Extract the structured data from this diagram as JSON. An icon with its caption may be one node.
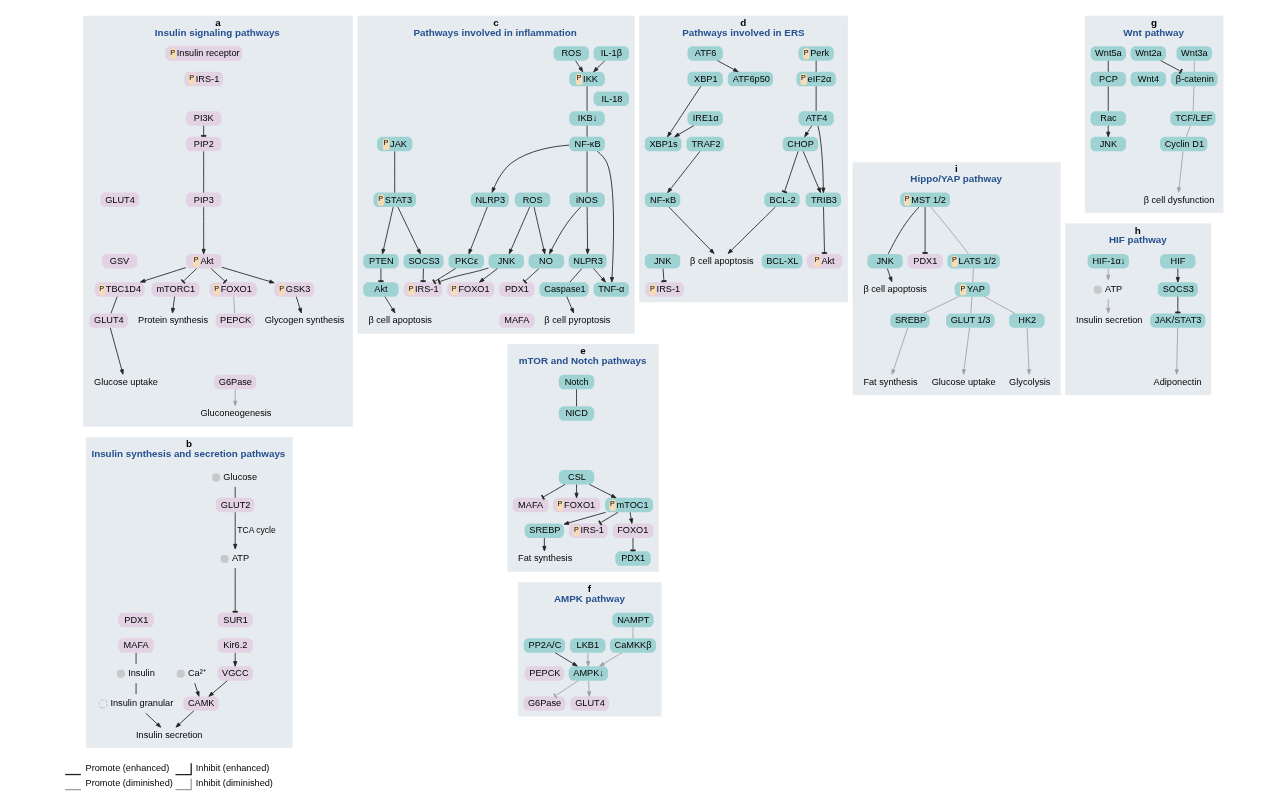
{
  "diagram": {
    "nodes": [
      {
        "text": [
          "a",
          "Insulin signaling pathways"
        ]
      },
      {
        "text": [
          "P",
          "Insulin receptor"
        ],
        "in": 0
      },
      {
        "text": [
          "P",
          "IRS-1"
        ],
        "in": 0
      },
      {
        "text": [
          "PI3K"
        ],
        "in": 0
      },
      {
        "text": [
          "PIP2"
        ],
        "in": 0
      },
      {
        "text": [
          "PIP3"
        ],
        "in": 0
      },
      {
        "text": [
          "GLUT4"
        ],
        "in": 0
      },
      {
        "text": [
          "GSV"
        ],
        "in": 0
      },
      {
        "text": [
          "P",
          "GSK3"
        ],
        "in": 0
      },
      {
        "text": [
          "P",
          "Akt"
        ],
        "in": 0
      },
      {
        "text": [
          "P",
          "TBC1D4"
        ],
        "in": 0
      },
      {
        "text": [
          "mTORC1"
        ],
        "in": 0
      },
      {
        "text": [
          "P",
          "FOXO1"
        ],
        "in": 0
      },
      {
        "text": [
          "GLUT4"
        ],
        "in": 0
      },
      {
        "text": [
          "Glycogen synthesis"
        ],
        "in": 0
      },
      {
        "text": [
          "Protein synthesis"
        ],
        "in": 0
      },
      {
        "text": [
          "PEPCK"
        ],
        "in": 0
      },
      {
        "text": [
          "G6Pase"
        ],
        "in": 0
      },
      {
        "text": [
          "Glucose uptake"
        ],
        "in": 0
      },
      {
        "text": [
          "Gluconeogenesis"
        ],
        "in": 0
      },
      {
        "text": [
          "b",
          "Insulin synthesis and secretion pathways"
        ]
      },
      {
        "text": [],
        "shape": "circle",
        "beside": [
          "Glucose"
        ],
        "in": 20
      },
      {
        "text": [
          "GLUT2"
        ],
        "in": 20
      },
      {
        "text": [],
        "shape": "circle",
        "beside": [
          "ATP"
        ],
        "in": 20
      },
      {
        "text": [
          "SUR1"
        ],
        "in": 20
      },
      {
        "text": [
          "Kir6.2"
        ],
        "in": 20
      },
      {
        "text": [
          "VGCC"
        ],
        "in": 20
      },
      {
        "text": [
          "CAMK"
        ],
        "in": 20
      },
      {
        "text": [],
        "shape": "circle",
        "beside": [
          "Ca²⁺"
        ],
        "in": 20
      },
      {
        "text": [
          "PDX1"
        ],
        "in": 20
      },
      {
        "text": [
          "MAFA"
        ],
        "in": 20
      },
      {
        "text": [],
        "shape": "circle",
        "beside": [
          "Insulin"
        ],
        "in": 20
      },
      {
        "text": [],
        "shape": "circle",
        "beside": [
          "Insulin granular"
        ],
        "in": 20
      },
      {
        "text": [
          "Insulin secretion"
        ],
        "in": 20
      },
      {
        "text": [
          "c",
          "Pathways involved in inflammation"
        ]
      },
      {
        "text": [
          "IL-1β"
        ],
        "in": 34
      },
      {
        "text": [
          "IL-18"
        ],
        "in": 34
      },
      {
        "text": [
          "TNF-α"
        ],
        "in": 34
      },
      {
        "text": [
          "P",
          "IKK"
        ],
        "in": 34
      },
      {
        "text": [
          "ROS"
        ],
        "in": 34
      },
      {
        "text": [
          "IKB↓"
        ],
        "in": 34
      },
      {
        "text": [
          "NF-κB"
        ],
        "in": 34
      },
      {
        "text": [
          "NLRP3"
        ],
        "in": 34
      },
      {
        "text": [
          "NLPR3"
        ],
        "in": 34
      },
      {
        "text": [
          "iNOS"
        ],
        "in": 34
      },
      {
        "text": [
          "PKCε"
        ],
        "in": 34
      },
      {
        "text": [
          "Caspase1"
        ],
        "in": 34
      },
      {
        "text": [
          "NO"
        ],
        "in": 34
      },
      {
        "text": [
          "ROS"
        ],
        "in": 34
      },
      {
        "text": [
          "PDX1"
        ],
        "in": 34
      },
      {
        "text": [
          "MAFA"
        ],
        "in": 34
      },
      {
        "text": [
          "β cell pyroptosis"
        ],
        "in": 34
      },
      {
        "text": [
          "P",
          "JAK"
        ],
        "in": 34
      },
      {
        "text": [
          "P",
          "STAT3"
        ],
        "in": 34
      },
      {
        "text": [
          "SOCS3"
        ],
        "in": 34
      },
      {
        "text": [
          "PTEN"
        ],
        "in": 34
      },
      {
        "text": [
          "P",
          "IRS-1"
        ],
        "in": 34
      },
      {
        "text": [
          "Akt"
        ],
        "in": 34
      },
      {
        "text": [
          "JNK"
        ],
        "in": 34
      },
      {
        "text": [
          "P",
          "FOXO1"
        ],
        "in": 34
      },
      {
        "text": [
          "β cell apoptosis"
        ],
        "in": 34
      },
      {
        "text": [
          "d",
          "Pathways involved in ERS"
        ]
      },
      {
        "text": [
          "P",
          "Perk"
        ],
        "in": 61
      },
      {
        "text": [
          "P",
          "eIF2α"
        ],
        "in": 61
      },
      {
        "text": [
          "ATF4"
        ],
        "in": 61
      },
      {
        "text": [
          "ATF6"
        ],
        "in": 61
      },
      {
        "text": [
          "ATF6p50"
        ],
        "in": 61
      },
      {
        "text": [
          "XBP1"
        ],
        "in": 61
      },
      {
        "text": [
          "XBP1s"
        ],
        "in": 61
      },
      {
        "text": [
          "TRIB3"
        ],
        "in": 61
      },
      {
        "text": [
          "CHOP"
        ],
        "in": 61
      },
      {
        "text": [
          "IRE1α"
        ],
        "in": 61
      },
      {
        "text": [
          "TRAF2"
        ],
        "in": 61
      },
      {
        "text": [
          "P",
          "Akt"
        ],
        "in": 61
      },
      {
        "text": [
          "BCL-2"
        ],
        "in": 61
      },
      {
        "text": [
          "BCL-XL"
        ],
        "in": 61
      },
      {
        "text": [
          "NF-κB"
        ],
        "in": 61
      },
      {
        "text": [
          "JNK"
        ],
        "in": 61
      },
      {
        "text": [
          "P",
          "IRS-1"
        ],
        "in": 61
      },
      {
        "text": [
          "β cell apoptosis"
        ],
        "in": 61
      },
      {
        "text": [
          "e",
          "mTOR and Notch pathways"
        ]
      },
      {
        "text": [
          "Notch"
        ],
        "in": 80
      },
      {
        "text": [
          "NICD"
        ],
        "in": 80
      },
      {
        "text": [
          "MAFA"
        ],
        "in": 80
      },
      {
        "text": [
          "CSL"
        ],
        "in": 80
      },
      {
        "text": [
          "P",
          "FOXO1"
        ],
        "in": 80
      },
      {
        "text": [
          "SREBP"
        ],
        "in": 80
      },
      {
        "text": [
          "P",
          "mTOC1"
        ],
        "in": 80
      },
      {
        "text": [
          "P",
          "IRS-1"
        ],
        "in": 80
      },
      {
        "text": [
          "Fat synthesis"
        ],
        "in": 80
      },
      {
        "text": [
          "FOXO1"
        ],
        "in": 80
      },
      {
        "text": [
          "PDX1"
        ],
        "in": 80
      },
      {
        "text": [
          "f",
          "AMPK pathway"
        ]
      },
      {
        "text": [
          "NAMPT"
        ],
        "in": 92
      },
      {
        "text": [
          "LKB1"
        ],
        "in": 92
      },
      {
        "text": [
          "CaMKKβ"
        ],
        "in": 92
      },
      {
        "text": [
          "PP2A/C"
        ],
        "in": 92
      },
      {
        "text": [
          "AMPK↓"
        ],
        "in": 92
      },
      {
        "text": [
          "PEPCK"
        ],
        "in": 92
      },
      {
        "text": [
          "GLUT4"
        ],
        "in": 92
      },
      {
        "text": [
          "G6Pase"
        ],
        "in": 92
      },
      {
        "text": [
          "g",
          "Wnt pathway"
        ]
      },
      {
        "text": [
          "Wnt3a"
        ],
        "in": 101
      },
      {
        "text": [
          "Wnt2a"
        ],
        "in": 101
      },
      {
        "text": [
          "β-catenin"
        ],
        "in": 101
      },
      {
        "text": [
          "Wnt4"
        ],
        "in": 101
      },
      {
        "text": [
          "Wnt5a"
        ],
        "in": 101
      },
      {
        "text": [
          "TCF/LEF"
        ],
        "in": 101
      },
      {
        "text": [
          "PCP"
        ],
        "in": 101
      },
      {
        "text": [
          "Cyclin D1"
        ],
        "in": 101
      },
      {
        "text": [
          "Rac"
        ],
        "in": 101
      },
      {
        "text": [
          "β cell dysfunction"
        ],
        "in": 101
      },
      {
        "text": [
          "JNK"
        ],
        "in": 101
      },
      {
        "text": [
          "h",
          "HIF pathway"
        ]
      },
      {
        "text": [
          "HIF"
        ],
        "in": 113
      },
      {
        "text": [
          "HIF-1α↓"
        ],
        "in": 113
      },
      {
        "text": [
          "SOCS3"
        ],
        "in": 113
      },
      {
        "text": [],
        "shape": "circle",
        "beside": [
          "ATP"
        ],
        "in": 113
      },
      {
        "text": [
          "JAK/STAT3"
        ],
        "in": 113
      },
      {
        "text": [
          "Insulin secretion"
        ],
        "in": 113
      },
      {
        "text": [
          "Adiponectin"
        ],
        "in": 113
      },
      {
        "text": [
          "i",
          "Hippo/YAP pathway"
        ]
      },
      {
        "text": [
          "β cell apoptosis"
        ],
        "in": 121
      },
      {
        "text": [
          "JNK"
        ],
        "in": 121
      },
      {
        "text": [
          "P",
          "MST 1/2"
        ],
        "in": 121
      },
      {
        "text": [
          "PDX1"
        ],
        "in": 121
      },
      {
        "text": [
          "P",
          "LATS 1/2"
        ],
        "in": 121
      },
      {
        "text": [
          "P",
          "YAP"
        ],
        "in": 121
      },
      {
        "text": [
          "SREBP"
        ],
        "in": 121
      },
      {
        "text": [
          "GLUT 1/3"
        ],
        "in": 121
      },
      {
        "text": [
          "HK2"
        ],
        "in": 121
      },
      {
        "text": [
          "Fat synthesis"
        ],
        "in": 121
      },
      {
        "text": [
          "Glucose uptake"
        ],
        "in": 121
      },
      {
        "text": [
          "Glycolysis"
        ],
        "in": 121
      }
    ],
    "edges": [
      {
        "from": 3,
        "to": 4,
        "arrow": "other"
      },
      {
        "from": 4,
        "to": 5,
        "arrow": "none"
      },
      {
        "from": 5,
        "to": 9,
        "arrow": "to"
      },
      {
        "from": 9,
        "to": 8,
        "arrow": "to"
      },
      {
        "from": 9,
        "to": 11,
        "arrow": "other"
      },
      {
        "from": 9,
        "to": 10,
        "arrow": "to"
      },
      {
        "from": 9,
        "to": 12,
        "arrow": "other"
      },
      {
        "from": 8,
        "to": 14,
        "arrow": "to"
      },
      {
        "from": 11,
        "to": 15,
        "arrow": "to"
      },
      {
        "from": 12,
        "to": 16,
        "arrow": "none",
        "color": "#a0a0a0"
      },
      {
        "from": 17,
        "to": 19,
        "arrow": "to",
        "color": "#a0a0a0"
      },
      {
        "from": 10,
        "to": 13,
        "arrow": "none"
      },
      {
        "from": 13,
        "to": 18,
        "arrow": "to"
      },
      {
        "from": 21,
        "to": 22,
        "arrow": "none"
      },
      {
        "from": 22,
        "to": 23,
        "arrow": "to",
        "label": "TCA cycle"
      },
      {
        "from": 23,
        "to": 24,
        "arrow": "other"
      },
      {
        "from": 25,
        "to": 26,
        "arrow": "to"
      },
      {
        "from": 26,
        "to": 27,
        "arrow": "to"
      },
      {
        "from": 28,
        "to": 27,
        "arrow": "to"
      },
      {
        "from": 30,
        "to": 31,
        "arrow": "none"
      },
      {
        "from": 31,
        "to": 32,
        "arrow": "none"
      },
      {
        "from": 32,
        "to": 33,
        "arrow": "to"
      },
      {
        "from": 27,
        "to": 33,
        "arrow": "to"
      },
      {
        "from": 35,
        "to": 38,
        "arrow": "to"
      },
      {
        "from": 39,
        "to": 38,
        "arrow": "to"
      },
      {
        "from": 38,
        "to": 40,
        "arrow": "none"
      },
      {
        "from": 40,
        "to": 41,
        "arrow": "none"
      },
      {
        "from": 41,
        "to": 37,
        "arrow": "to"
      },
      {
        "from": 43,
        "to": 37,
        "arrow": "to"
      },
      {
        "from": 41,
        "to": 42,
        "arrow": "to"
      },
      {
        "from": 42,
        "to": 45,
        "arrow": "to"
      },
      {
        "from": 41,
        "to": 44,
        "arrow": "none"
      },
      {
        "from": 44,
        "to": 43,
        "arrow": "to"
      },
      {
        "from": 44,
        "to": 47,
        "arrow": "to"
      },
      {
        "from": 43,
        "to": 46,
        "arrow": "none"
      },
      {
        "from": 46,
        "to": 51,
        "arrow": "to"
      },
      {
        "from": 48,
        "to": 47,
        "arrow": "to"
      },
      {
        "from": 48,
        "to": 58,
        "arrow": "to"
      },
      {
        "from": 47,
        "to": 49,
        "arrow": "other"
      },
      {
        "from": 45,
        "to": 56,
        "arrow": "other"
      },
      {
        "from": 52,
        "to": 53,
        "arrow": "none"
      },
      {
        "from": 53,
        "to": 54,
        "arrow": "to"
      },
      {
        "from": 53,
        "to": 55,
        "arrow": "to"
      },
      {
        "from": 54,
        "to": 56,
        "arrow": "other"
      },
      {
        "from": 58,
        "to": 56,
        "arrow": "other"
      },
      {
        "from": 58,
        "to": 59,
        "arrow": "to"
      },
      {
        "from": 55,
        "to": 57,
        "arrow": "other"
      },
      {
        "from": 57,
        "to": 60,
        "arrow": "to"
      },
      {
        "from": 62,
        "to": 63,
        "arrow": "none"
      },
      {
        "from": 63,
        "to": 64,
        "arrow": "none"
      },
      {
        "from": 64,
        "to": 69,
        "arrow": "to"
      },
      {
        "from": 64,
        "to": 70,
        "arrow": "to"
      },
      {
        "from": 70,
        "to": 69,
        "arrow": "to"
      },
      {
        "from": 69,
        "to": 73,
        "arrow": "other"
      },
      {
        "from": 70,
        "to": 74,
        "arrow": "other"
      },
      {
        "from": 65,
        "to": 66,
        "arrow": "to"
      },
      {
        "from": 67,
        "to": 68,
        "arrow": "to"
      },
      {
        "from": 71,
        "to": 68,
        "arrow": "to"
      },
      {
        "from": 72,
        "to": 76,
        "arrow": "to"
      },
      {
        "from": 74,
        "to": 79,
        "arrow": "to"
      },
      {
        "from": 76,
        "to": 79,
        "arrow": "to"
      },
      {
        "from": 77,
        "to": 78,
        "arrow": "other"
      },
      {
        "from": 81,
        "to": 82,
        "arrow": "none"
      },
      {
        "from": 84,
        "to": 83,
        "arrow": "other"
      },
      {
        "from": 84,
        "to": 85,
        "arrow": "to"
      },
      {
        "from": 84,
        "to": 87,
        "arrow": "to"
      },
      {
        "from": 87,
        "to": 86,
        "arrow": "to"
      },
      {
        "from": 87,
        "to": 88,
        "arrow": "other"
      },
      {
        "from": 87,
        "to": 90,
        "arrow": "to"
      },
      {
        "from": 86,
        "to": 89,
        "arrow": "to"
      },
      {
        "from": 90,
        "to": 91,
        "arrow": "other"
      },
      {
        "from": 93,
        "to": 95,
        "arrow": "none",
        "color": "#a0a0a0"
      },
      {
        "from": 95,
        "to": 97,
        "arrow": "to",
        "color": "#a0a0a0"
      },
      {
        "from": 94,
        "to": 97,
        "arrow": "to",
        "color": "#a0a0a0"
      },
      {
        "from": 96,
        "to": 97,
        "arrow": "to"
      },
      {
        "from": 97,
        "to": 99,
        "arrow": "to",
        "color": "#a0a0a0"
      },
      {
        "from": 97,
        "to": 100,
        "arrow": "other",
        "color": "#a0a0a0"
      },
      {
        "from": 102,
        "to": 104,
        "arrow": "none",
        "color": "#a0a0a0"
      },
      {
        "from": 103,
        "to": 104,
        "arrow": "other"
      },
      {
        "from": 104,
        "to": 107,
        "arrow": "none",
        "color": "#a0a0a0"
      },
      {
        "from": 107,
        "to": 109,
        "arrow": "none",
        "color": "#a0a0a0"
      },
      {
        "from": 109,
        "to": 111,
        "arrow": "to",
        "color": "#a0a0a0"
      },
      {
        "from": 106,
        "to": 108,
        "arrow": "none"
      },
      {
        "from": 108,
        "to": 110,
        "arrow": "none"
      },
      {
        "from": 110,
        "to": 112,
        "arrow": "to"
      },
      {
        "from": 114,
        "to": 116,
        "arrow": "to"
      },
      {
        "from": 116,
        "to": 118,
        "arrow": "other"
      },
      {
        "from": 118,
        "to": 120,
        "arrow": "to",
        "color": "#a0a0a0"
      },
      {
        "from": 115,
        "to": 117,
        "arrow": "to",
        "color": "#a0a0a0"
      },
      {
        "from": 117,
        "to": 119,
        "arrow": "to",
        "color": "#a0a0a0"
      },
      {
        "from": 123,
        "to": 122,
        "arrow": "to"
      },
      {
        "from": 124,
        "to": 123,
        "arrow": "none"
      },
      {
        "from": 124,
        "to": 125,
        "arrow": "other"
      },
      {
        "from": 124,
        "to": 126,
        "arrow": "none",
        "color": "#a0a0a0"
      },
      {
        "from": 126,
        "to": 127,
        "arrow": "none",
        "color": "#a0a0a0"
      },
      {
        "from": 127,
        "to": 128,
        "arrow": "none",
        "color": "#a0a0a0"
      },
      {
        "from": 127,
        "to": 129,
        "arrow": "none",
        "color": "#a0a0a0"
      },
      {
        "from": 127,
        "to": 130,
        "arrow": "none",
        "color": "#a0a0a0"
      },
      {
        "from": 128,
        "to": 131,
        "arrow": "to",
        "color": "#a0a0a0"
      },
      {
        "from": 129,
        "to": 132,
        "arrow": "to",
        "color": "#a0a0a0"
      },
      {
        "from": 130,
        "to": 133,
        "arrow": "to",
        "color": "#a0a0a0"
      }
    ],
    "legend": [
      {
        "text": "Promote (enhanced)"
      },
      {
        "text": "Inhibit (enhanced)"
      },
      {
        "text": "Promote (diminished)"
      },
      {
        "text": "Inhibit (diminished)"
      }
    ]
  }
}
